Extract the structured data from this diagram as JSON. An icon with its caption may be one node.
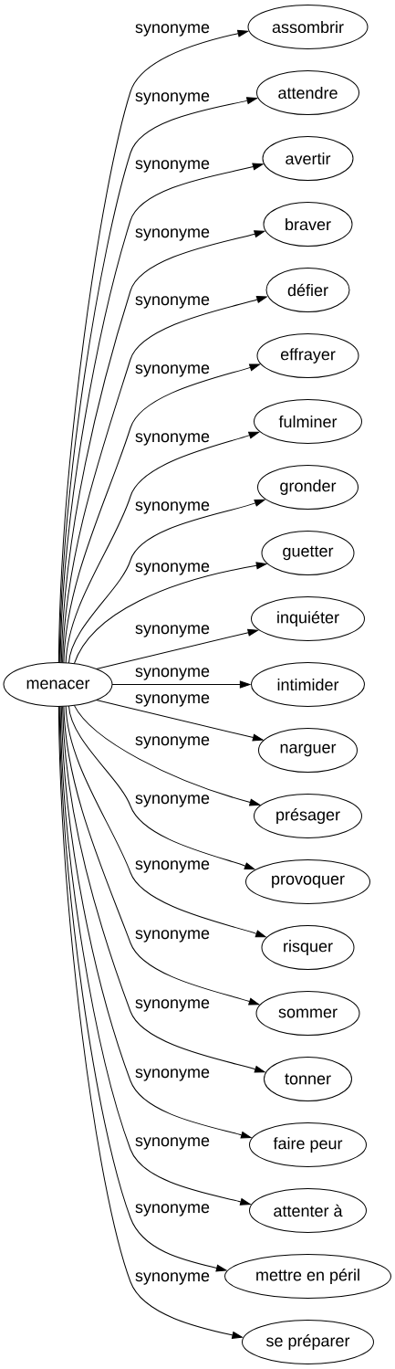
{
  "diagram": {
    "nodes": [
      {
        "text": [
          "menacer"
        ]
      },
      {
        "text": [
          "assombrir"
        ]
      },
      {
        "text": [
          "attendre"
        ]
      },
      {
        "text": [
          "avertir"
        ]
      },
      {
        "text": [
          "braver"
        ]
      },
      {
        "text": [
          "défier"
        ]
      },
      {
        "text": [
          "effrayer"
        ]
      },
      {
        "text": [
          "fulminer"
        ]
      },
      {
        "text": [
          "gronder"
        ]
      },
      {
        "text": [
          "guetter"
        ]
      },
      {
        "text": [
          "inquiéter"
        ]
      },
      {
        "text": [
          "intimider"
        ]
      },
      {
        "text": [
          "narguer"
        ]
      },
      {
        "text": [
          "présager"
        ]
      },
      {
        "text": [
          "provoquer"
        ]
      },
      {
        "text": [
          "risquer"
        ]
      },
      {
        "text": [
          "sommer"
        ]
      },
      {
        "text": [
          "tonner"
        ]
      },
      {
        "text": [
          "faire peur"
        ]
      },
      {
        "text": [
          "attenter à"
        ]
      },
      {
        "text": [
          "mettre en péril"
        ]
      },
      {
        "text": [
          "se préparer"
        ]
      }
    ],
    "edges": [
      {
        "from": 0,
        "to": 1,
        "arrow": "to",
        "label": "synonyme"
      },
      {
        "from": 0,
        "to": 2,
        "arrow": "to",
        "label": "synonyme"
      },
      {
        "from": 0,
        "to": 3,
        "arrow": "to",
        "label": "synonyme"
      },
      {
        "from": 0,
        "to": 4,
        "arrow": "to",
        "label": "synonyme"
      },
      {
        "from": 0,
        "to": 5,
        "arrow": "to",
        "label": "synonyme"
      },
      {
        "from": 0,
        "to": 6,
        "arrow": "to",
        "label": "synonyme"
      },
      {
        "from": 0,
        "to": 7,
        "arrow": "to",
        "label": "synonyme"
      },
      {
        "from": 0,
        "to": 8,
        "arrow": "to",
        "label": "synonyme"
      },
      {
        "from": 0,
        "to": 9,
        "arrow": "to",
        "label": "synonyme"
      },
      {
        "from": 0,
        "to": 10,
        "arrow": "to",
        "label": "synonyme"
      },
      {
        "from": 0,
        "to": 11,
        "arrow": "to",
        "label": "synonyme"
      },
      {
        "from": 0,
        "to": 12,
        "arrow": "to",
        "label": "synonyme"
      },
      {
        "from": 0,
        "to": 13,
        "arrow": "to",
        "label": "synonyme"
      },
      {
        "from": 0,
        "to": 14,
        "arrow": "to",
        "label": "synonyme"
      },
      {
        "from": 0,
        "to": 15,
        "arrow": "to",
        "label": "synonyme"
      },
      {
        "from": 0,
        "to": 16,
        "arrow": "to",
        "label": "synonyme"
      },
      {
        "from": 0,
        "to": 17,
        "arrow": "to",
        "label": "synonyme"
      },
      {
        "from": 0,
        "to": 18,
        "arrow": "to",
        "label": "synonyme"
      },
      {
        "from": 0,
        "to": 19,
        "arrow": "to",
        "label": "synonyme"
      },
      {
        "from": 0,
        "to": 20,
        "arrow": "to",
        "label": "synonyme"
      },
      {
        "from": 0,
        "to": 21,
        "arrow": "to",
        "label": "synonyme"
      }
    ]
  }
}
